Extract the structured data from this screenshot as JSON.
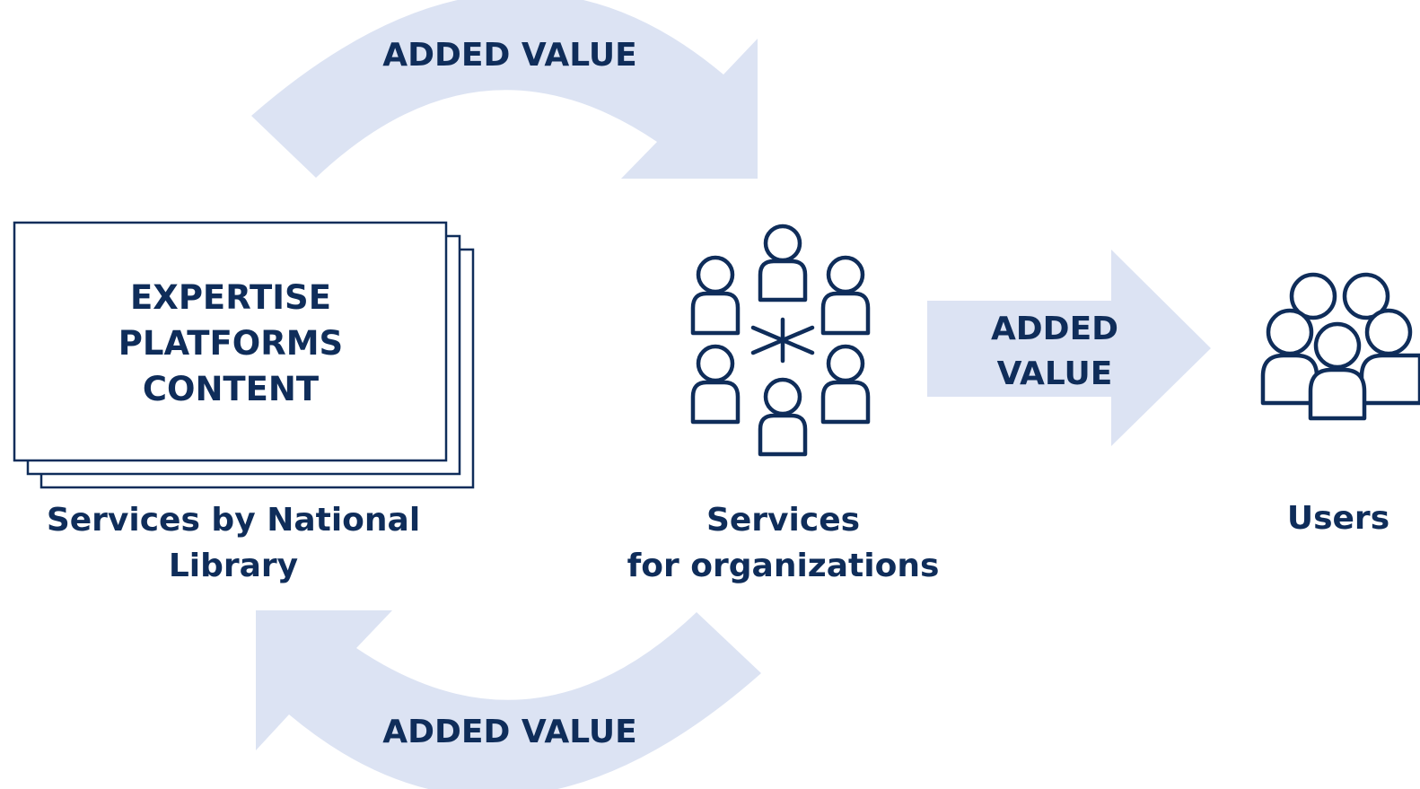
{
  "colors": {
    "arrow_fill": "#dce3f3",
    "ink": "#0f2d5a",
    "box_fill": "#ffffff"
  },
  "icons": {
    "document_stack": "document-stack-icon",
    "organization_group": "organization-network-icon",
    "users_group": "users-group-icon"
  },
  "arrows": {
    "top_label": "ADDED VALUE",
    "bottom_label": "ADDED VALUE",
    "right_label_line1": "ADDED",
    "right_label_line2": "VALUE"
  },
  "stack": {
    "line1": "EXPERTISE",
    "line2": "PLATFORMS",
    "line3": "CONTENT"
  },
  "nodes": {
    "left_line1": "Services by National",
    "left_line2": "Library",
    "middle_line1": "Services",
    "middle_line2": "for organizations",
    "right": "Users"
  }
}
